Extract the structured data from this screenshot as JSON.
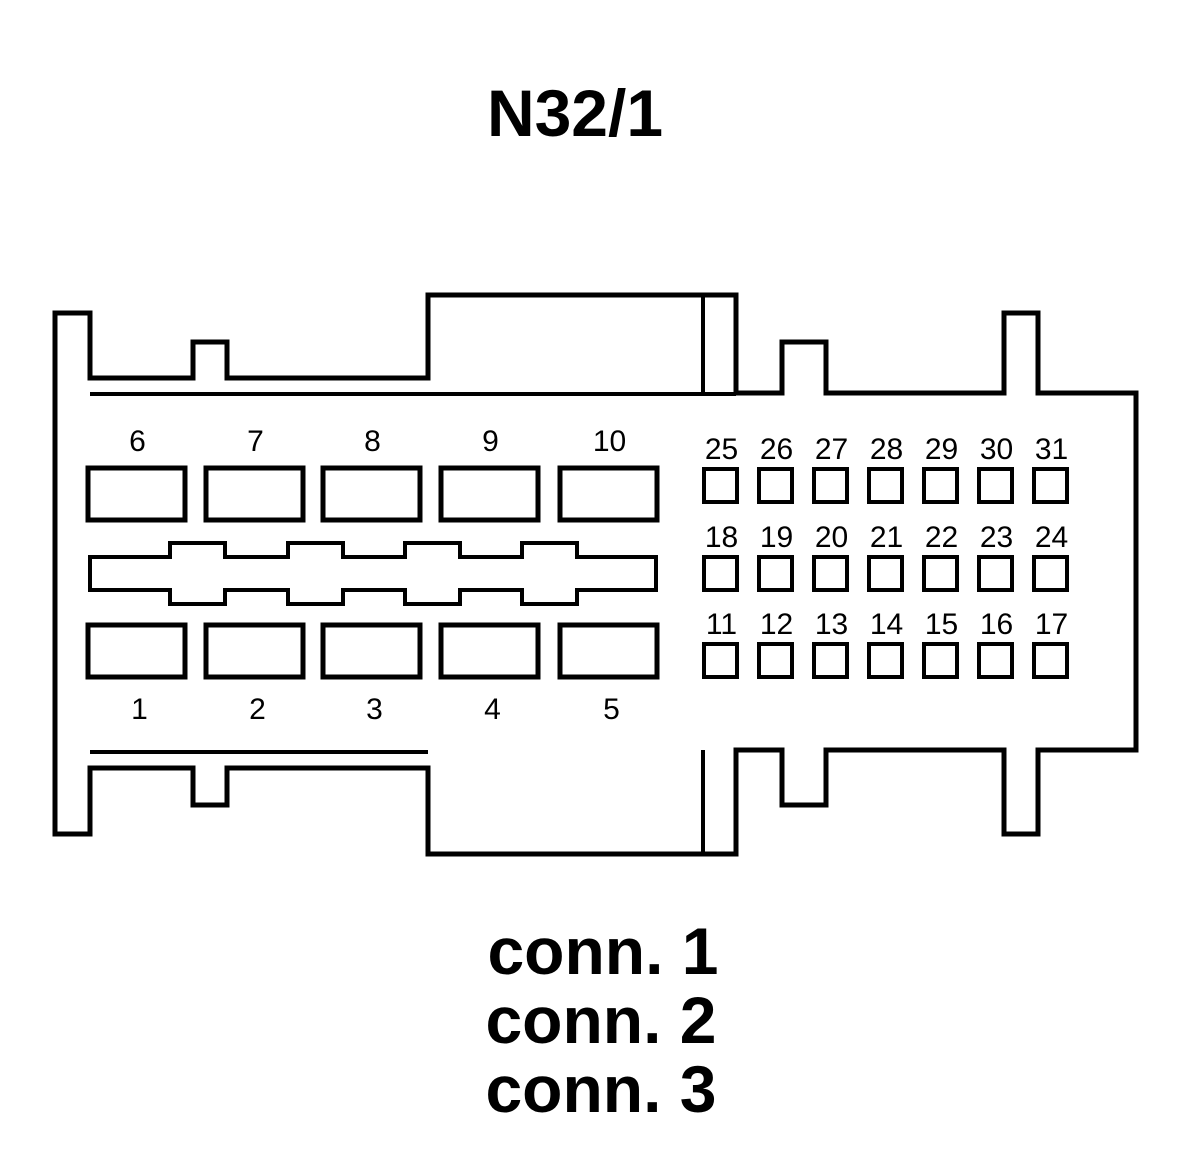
{
  "title": "N32/1",
  "large_pins_top": [
    "6",
    "7",
    "8",
    "9",
    "10"
  ],
  "large_pins_bottom": [
    "1",
    "2",
    "3",
    "4",
    "5"
  ],
  "small_pins_row1": [
    "25",
    "26",
    "27",
    "28",
    "29",
    "30",
    "31"
  ],
  "small_pins_row2": [
    "18",
    "19",
    "20",
    "21",
    "22",
    "23",
    "24"
  ],
  "small_pins_row3": [
    "11",
    "12",
    "13",
    "14",
    "15",
    "16",
    "17"
  ],
  "connectors": [
    "conn. 1",
    "conn. 2",
    "conn. 3"
  ]
}
